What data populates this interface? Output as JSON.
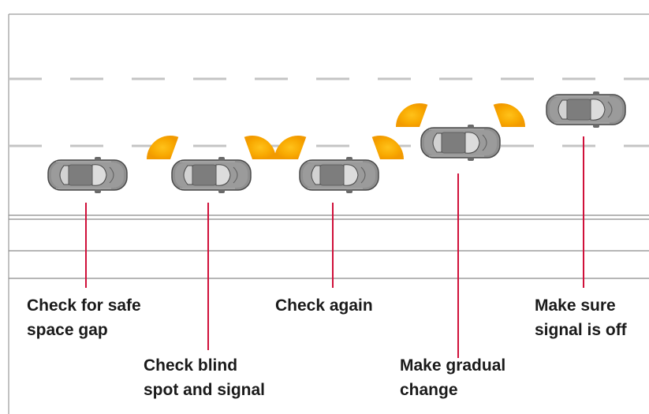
{
  "colors": {
    "road_border": "#8a8a8a",
    "lane_dash": "#c4c4c4",
    "shoulder_line": "#777777",
    "pointer": "#d0103a",
    "car_body": "#8c8c8c",
    "car_outline": "#4a4a4a",
    "car_window": "#d6d6d6",
    "blind_spot": "#f7a600"
  },
  "steps": [
    {
      "id": "step-1",
      "lines": [
        "Check for safe",
        "space gap"
      ],
      "blind_spots": false
    },
    {
      "id": "step-2",
      "lines": [
        "Check blind",
        "spot and signal"
      ],
      "blind_spots": true
    },
    {
      "id": "step-3",
      "lines": [
        "Check again"
      ],
      "blind_spots": true
    },
    {
      "id": "step-4",
      "lines": [
        "Make gradual",
        "change"
      ],
      "blind_spots": true
    },
    {
      "id": "step-5",
      "lines": [
        "Make sure",
        "signal is off"
      ],
      "blind_spots": false
    }
  ]
}
